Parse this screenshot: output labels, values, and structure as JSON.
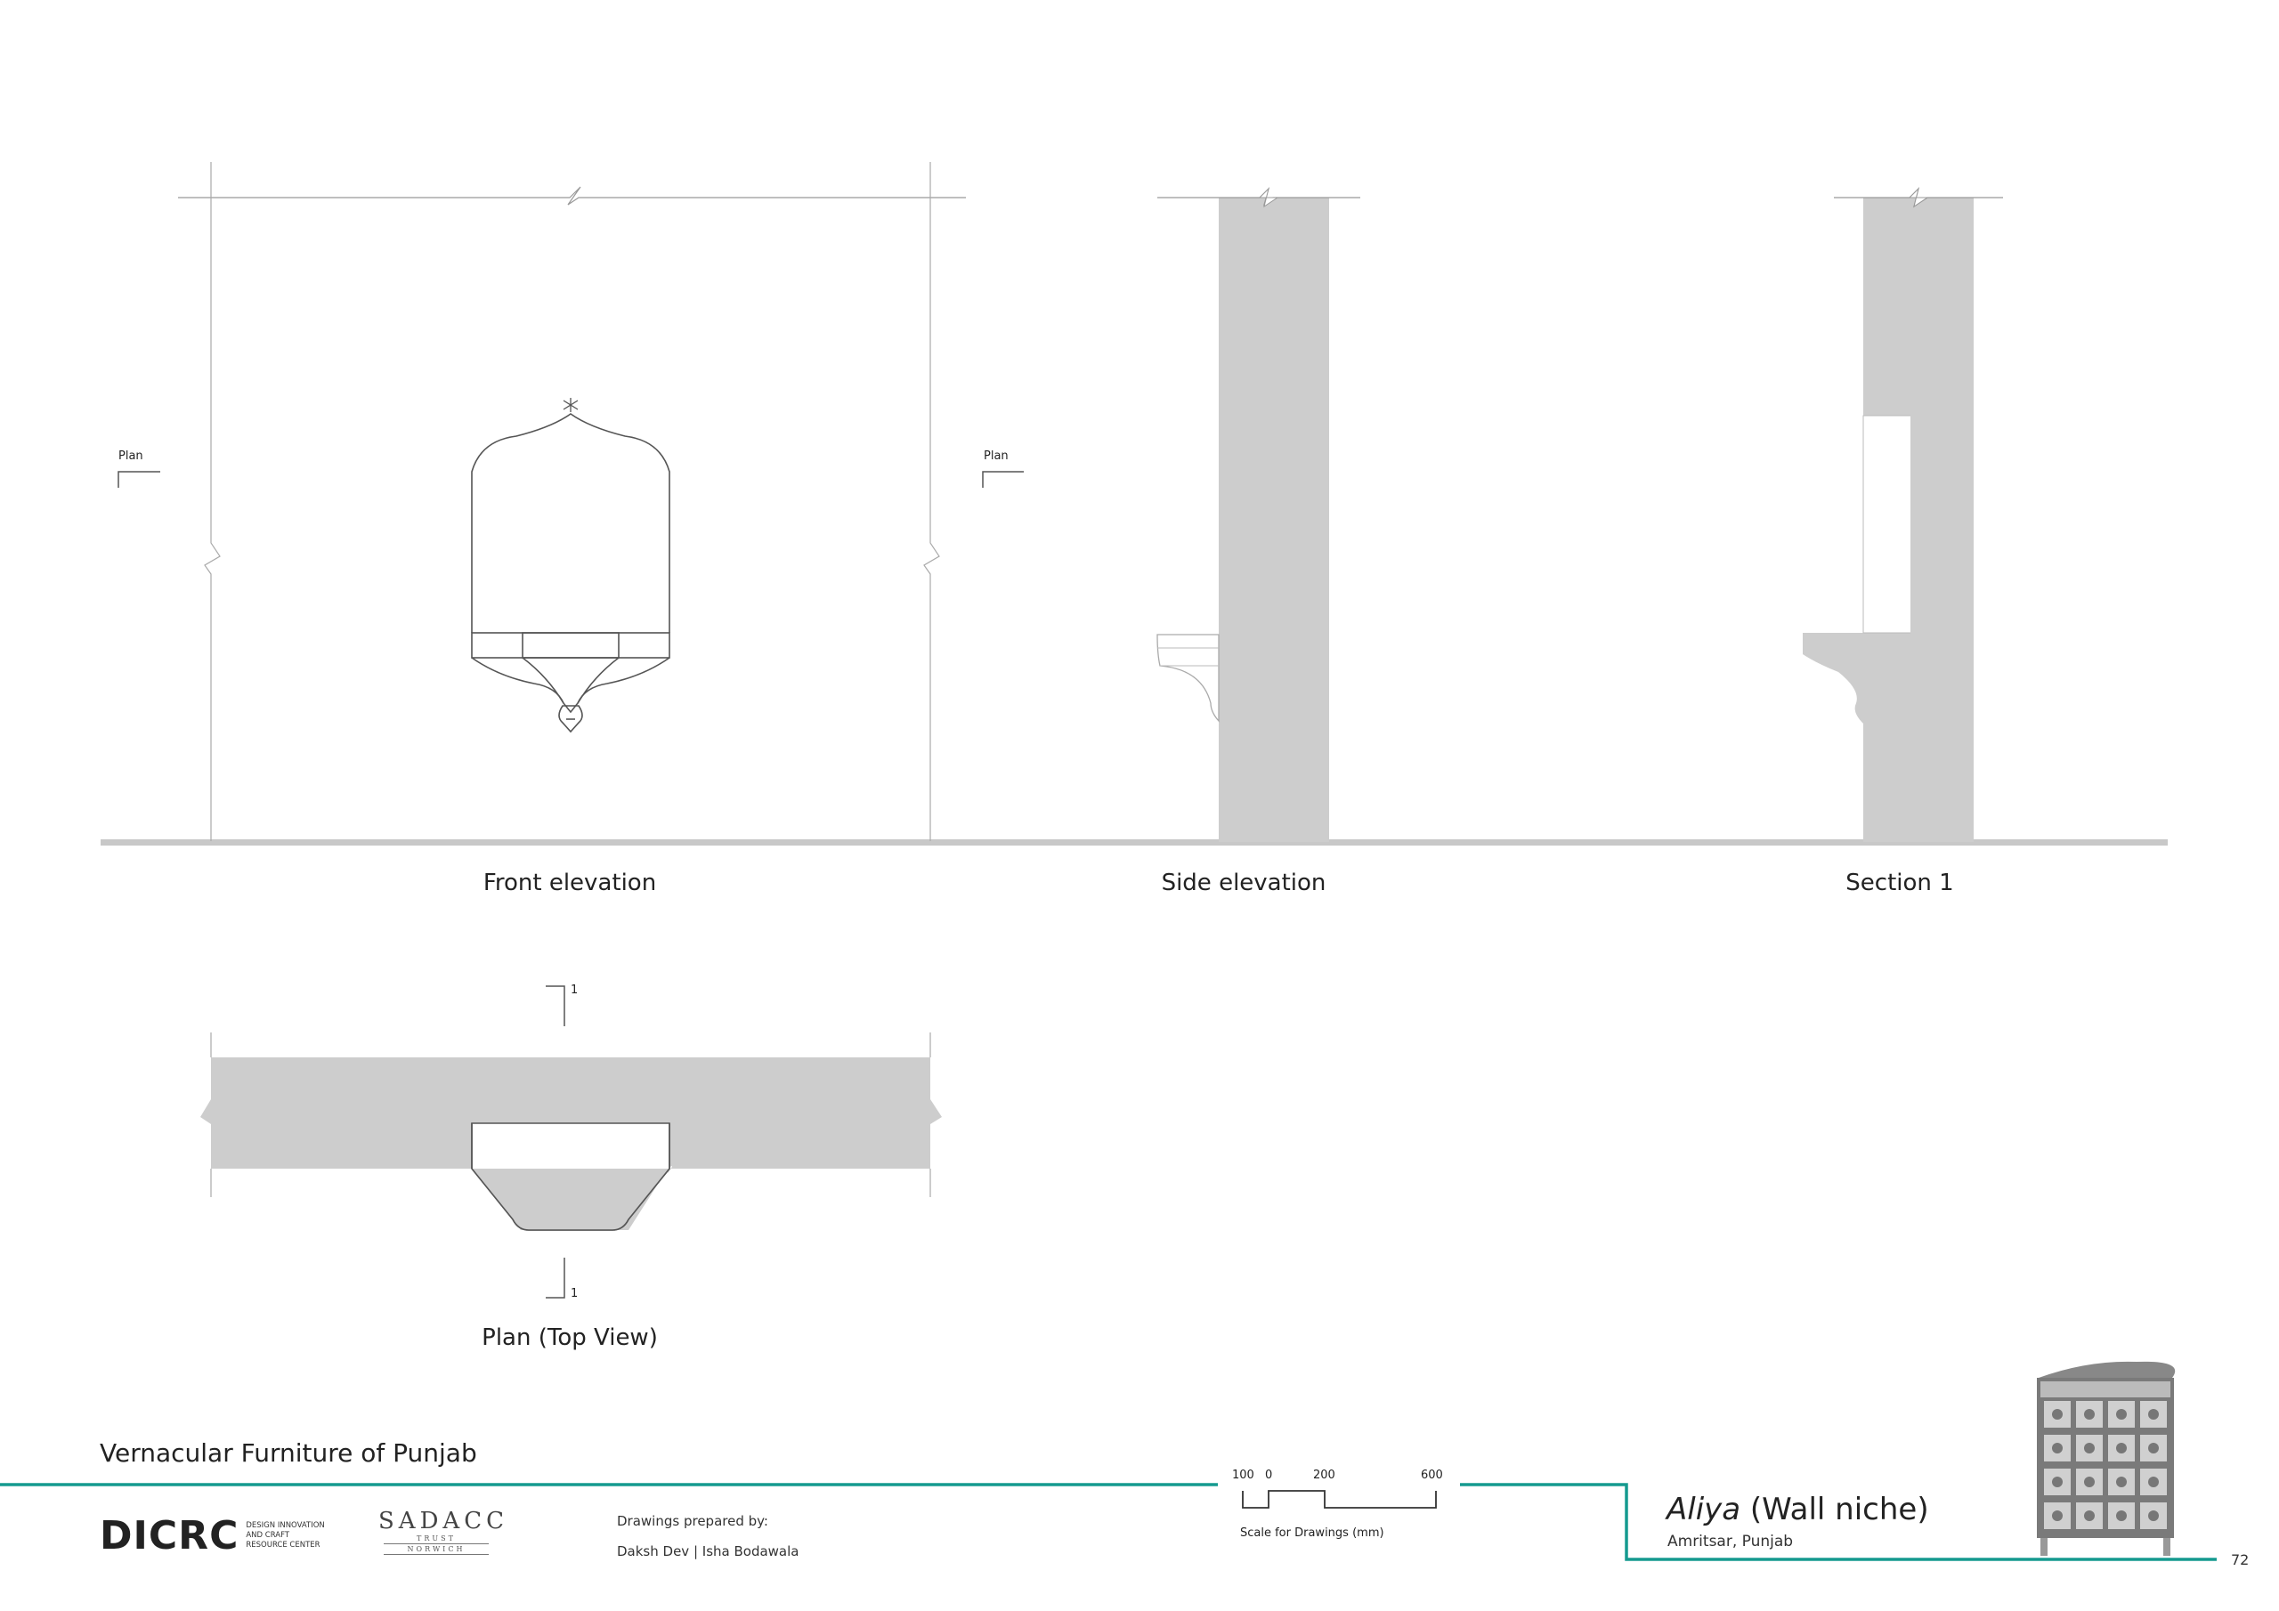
{
  "section_labels": {
    "plan_marker_front": "Plan",
    "plan_marker_side": "Plan",
    "section_marker_top": "1",
    "section_marker_bottom": "1"
  },
  "captions": {
    "front_elevation": "Front elevation",
    "side_elevation": "Side elevation",
    "section_1": "Section 1",
    "plan_top_view": "Plan (Top View)"
  },
  "footer": {
    "series_title": "Vernacular Furniture of Punjab",
    "dicrc_logo_text": "DICRC",
    "dicrc_full_name": [
      "DESIGN INNOVATION",
      "AND CRAFT",
      "RESOURCE CENTER"
    ],
    "sadacc_logo_text": "SADACC",
    "sadacc_trust": "TRUST",
    "sadacc_city": "NORWICH",
    "drawings_prepared_label": "Drawings prepared by:",
    "authors": "Daksh Dev | Isha Bodawala",
    "scale_ticks": [
      "100",
      "0",
      "200",
      "600"
    ],
    "scale_caption": "Scale for Drawings (mm)",
    "furniture_name_italic": "Aliya",
    "furniture_name_rest": " (Wall niche)",
    "location": "Amritsar, Punjab",
    "page_number": "72"
  },
  "colors": {
    "wall_fill": "#cdcdcd",
    "line": "#555555",
    "accent": "#159a8f",
    "ground": "#c8c8c8"
  }
}
